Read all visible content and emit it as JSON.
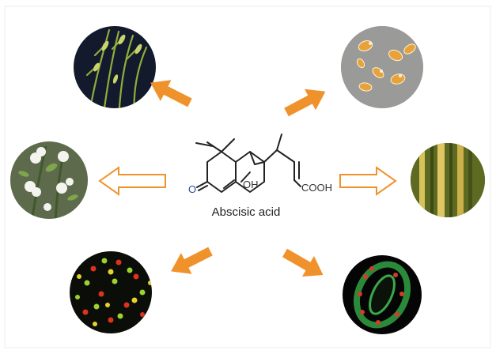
{
  "molecule": {
    "name": "Abscisic acid",
    "atoms": {
      "ketone_o": "O",
      "hydroxyl": "OH",
      "carboxyl": "COOH"
    }
  },
  "colors": {
    "solid_arrow": "#f0922b",
    "outline_arrow": "#f0922b",
    "bond": "#222222"
  },
  "panels": [
    {
      "id": "top-left",
      "subject": "grass seed heads",
      "arrow": "solid"
    },
    {
      "id": "top-right",
      "subject": "germinating seeds",
      "arrow": "solid"
    },
    {
      "id": "middle-left",
      "subject": "white flowers",
      "arrow": "outline"
    },
    {
      "id": "middle-right",
      "subject": "striped leaf",
      "arrow": "outline"
    },
    {
      "id": "bottom-left",
      "subject": "fluorescent cells red green",
      "arrow": "solid"
    },
    {
      "id": "bottom-right",
      "subject": "stomatal guard cell fluorescence",
      "arrow": "solid"
    }
  ]
}
